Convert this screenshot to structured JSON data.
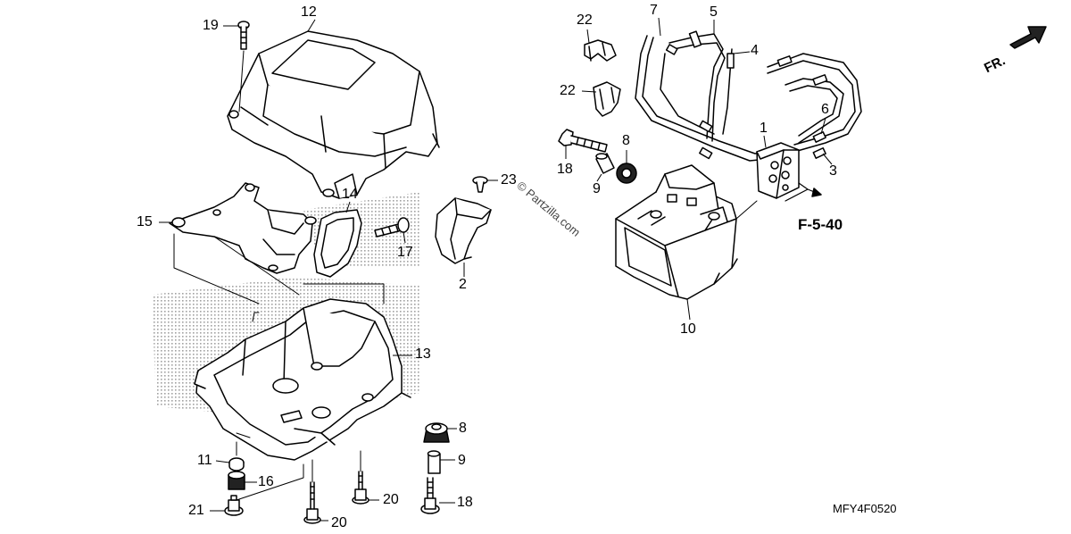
{
  "labels": {
    "l1": "1",
    "l2": "2",
    "l3": "3",
    "l4": "4",
    "l5": "5",
    "l6": "6",
    "l7": "7",
    "l8a": "8",
    "l8b": "8",
    "l9a": "9",
    "l9b": "9",
    "l10": "10",
    "l11": "11",
    "l12": "12",
    "l13": "13",
    "l14": "14",
    "l15": "15",
    "l16": "16",
    "l17": "17",
    "l18a": "18",
    "l18b": "18",
    "l19": "19",
    "l20a": "20",
    "l20b": "20",
    "l21": "21",
    "l22a": "22",
    "l22b": "22",
    "l23": "23"
  },
  "reference": "F-5-40",
  "direction": "FR.",
  "watermark": "© Partzilla.com",
  "diagram_code": "MFY4F0520"
}
